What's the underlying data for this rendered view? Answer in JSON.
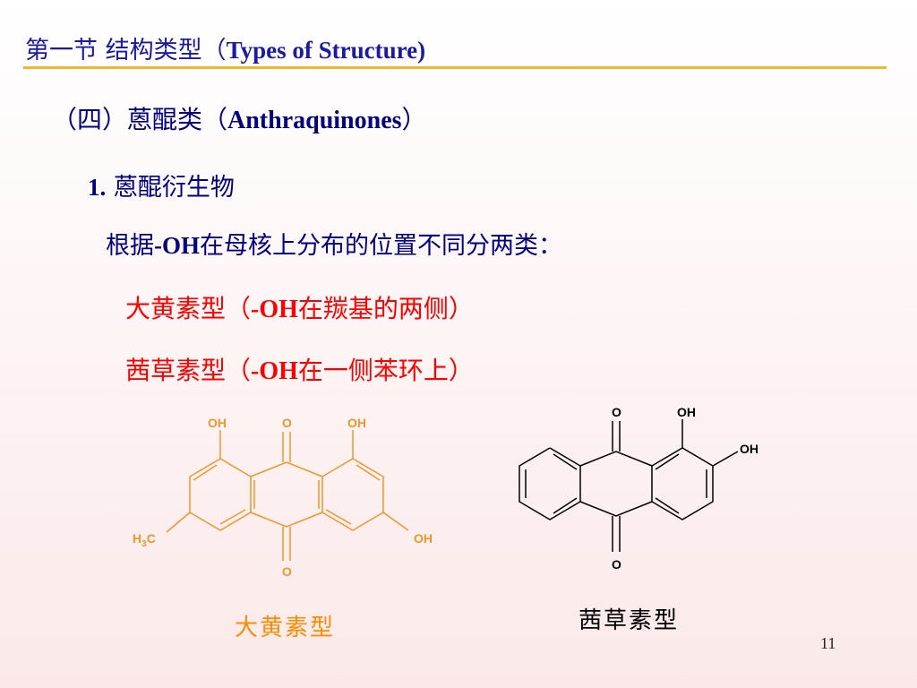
{
  "header": {
    "title_cn": "第一节  结构类型（",
    "title_en": "Types of  Structure)"
  },
  "section": {
    "heading_cn_open": "（四）蒽醌类（",
    "heading_en": "Anthraquinones",
    "heading_cn_close": "）"
  },
  "subsection": {
    "number": "1.",
    "title": " 蒽醌衍生物"
  },
  "basis": {
    "prefix": "根据",
    "oh": "-OH",
    "suffix": "在母核上分布的位置不同分两类："
  },
  "types": [
    {
      "name": "大黄素型（",
      "oh": "-OH",
      "desc": "在羰基的两侧）"
    },
    {
      "name": "茜草素型（",
      "oh": "-OH",
      "desc": "在一侧苯环上）"
    }
  ],
  "structures": {
    "emodin": {
      "color": "#f0962a",
      "atoms": {
        "oh_top_left": "OH",
        "o_top": "O",
        "oh_top_right": "OH",
        "ch3_main": "H",
        "ch3_sub": "3",
        "ch3_tail": "C",
        "oh_right": "OH",
        "o_bottom": "O"
      },
      "caption": "大黄素型"
    },
    "alizarin": {
      "color": "#000000",
      "atoms": {
        "o_top": "O",
        "oh_top": "OH",
        "oh_right": "OH",
        "o_bottom": "O"
      },
      "caption": "茜草素型"
    }
  },
  "page_number": "11"
}
